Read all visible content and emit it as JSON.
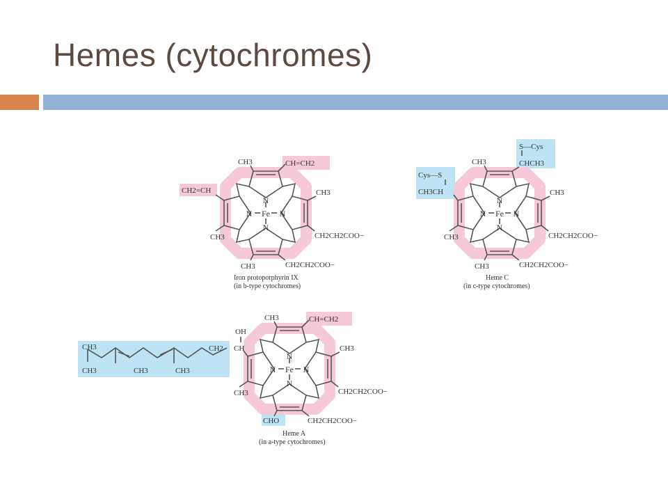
{
  "slide": {
    "title": "Hemes (cytochromes)"
  },
  "colors": {
    "pink_highlight": "#f6c9d8",
    "blue_highlight": "#bde3f5",
    "accent_orange": "#d8834c",
    "accent_blue": "#93b3d6",
    "ring_line": "#555555"
  },
  "molecules": [
    {
      "name": "Iron protoporphyrin IX",
      "caption_line1": "Iron protoporphyrin IX",
      "caption_line2": "(in b-type cytochromes)",
      "substituents": {
        "top_left": "CH3",
        "top_right": "CH=CH2",
        "left_upper": "CH2=CH",
        "right_upper": "CH3",
        "left_lower": "CH3",
        "right_lower": "CH2CH2COO−",
        "bottom_left": "CH3",
        "bottom_right": "CH2CH2COO−"
      },
      "center": {
        "metal": "Fe",
        "n": "N"
      }
    },
    {
      "name": "Heme C",
      "caption_line1": "Heme C",
      "caption_line2": "(in c-type cytochromes)",
      "substituents": {
        "top_left": "CH3",
        "top_right_a": "S—Cys",
        "top_right_b": "CHCH3",
        "left_upper_a": "Cys—S",
        "left_upper_b": "CH3CH",
        "right_upper": "CH3",
        "left_lower": "CH3",
        "right_lower": "CH2CH2COO−",
        "bottom_left": "CH3",
        "bottom_right": "CH2CH2COO−"
      },
      "center": {
        "metal": "Fe",
        "n": "N"
      }
    },
    {
      "name": "Heme A",
      "caption_line1": "Heme A",
      "caption_line2": "(in a-type cytochromes)",
      "substituents": {
        "top_left": "CH3",
        "top_right": "CH=CH2",
        "oh": "OH",
        "chain_ch2": "CH2",
        "chain_ch": "CH",
        "chain_ch3_a": "CH3",
        "chain_ch3_b": "CH3",
        "chain_ch3_c": "CH3",
        "chain_ch3_d": "CH3",
        "right_upper": "CH3",
        "left_lower": "CH3",
        "right_lower": "CH2CH2COO−",
        "bottom_left": "CHO",
        "bottom_right": "CH2CH2COO−"
      },
      "center": {
        "metal": "Fe",
        "n": "N"
      }
    }
  ]
}
